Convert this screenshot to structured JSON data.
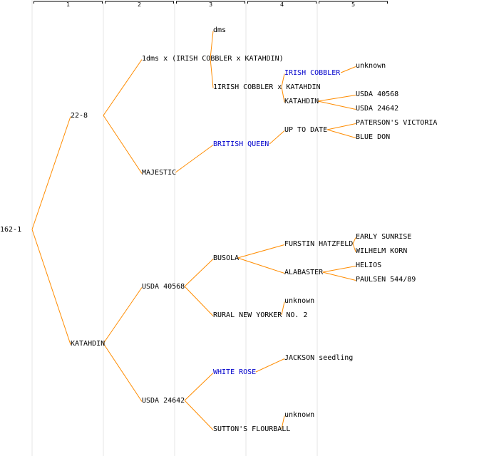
{
  "colors": {
    "edge": "#ff8c00",
    "column": "#e6e6e6",
    "text": "#000000",
    "link": "#0000cc"
  },
  "generations": [
    "1",
    "2",
    "3",
    "4",
    "5"
  ],
  "nodes": [
    {
      "id": "n0",
      "label": "162-1",
      "gen": 0,
      "row": 16
    },
    {
      "id": "n1",
      "label": "22-8",
      "gen": 1,
      "row": 8,
      "parent": "n0"
    },
    {
      "id": "n2",
      "label": "KATAHDIN",
      "gen": 1,
      "row": 24,
      "parent": "n0"
    },
    {
      "id": "n3",
      "label": "1dms x (IRISH COBBLER x KATAHDIN)",
      "gen": 2,
      "row": 4,
      "parent": "n1"
    },
    {
      "id": "n4",
      "label": "MAJESTIC",
      "gen": 2,
      "row": 12,
      "parent": "n1"
    },
    {
      "id": "n5",
      "label": "USDA 40568",
      "gen": 2,
      "row": 20,
      "parent": "n2"
    },
    {
      "id": "n6",
      "label": "USDA 24642",
      "gen": 2,
      "row": 28,
      "parent": "n2"
    },
    {
      "id": "n7",
      "label": "dms",
      "gen": 3,
      "row": 2,
      "parent": "n3"
    },
    {
      "id": "n8",
      "label": "1IRISH COBBLER x KATAHDIN",
      "gen": 3,
      "row": 6,
      "parent": "n3"
    },
    {
      "id": "n9",
      "label": "BRITISH QUEEN",
      "gen": 3,
      "row": 10,
      "parent": "n4",
      "link": true
    },
    {
      "id": "n10",
      "label": "BUSOLA",
      "gen": 3,
      "row": 18,
      "parent": "n5"
    },
    {
      "id": "n11",
      "label": "RURAL NEW YORKER NO. 2",
      "gen": 3,
      "row": 22,
      "parent": "n5"
    },
    {
      "id": "n12",
      "label": "WHITE ROSE",
      "gen": 3,
      "row": 26,
      "parent": "n6",
      "link": true
    },
    {
      "id": "n13",
      "label": "SUTTON'S FLOURBALL",
      "gen": 3,
      "row": 30,
      "parent": "n6"
    },
    {
      "id": "n14",
      "label": "IRISH COBBLER",
      "gen": 4,
      "row": 5,
      "parent": "n8",
      "link": true
    },
    {
      "id": "n15",
      "label": "KATAHDIN",
      "gen": 4,
      "row": 7,
      "parent": "n8"
    },
    {
      "id": "n16",
      "label": "UP TO DATE",
      "gen": 4,
      "row": 9,
      "parent": "n9"
    },
    {
      "id": "n17",
      "label": "FURSTIN HATZFELD",
      "gen": 4,
      "row": 17,
      "parent": "n10"
    },
    {
      "id": "n18",
      "label": "ALABASTER",
      "gen": 4,
      "row": 19,
      "parent": "n10"
    },
    {
      "id": "n19",
      "label": "unknown",
      "gen": 4,
      "row": 21,
      "parent": "n11"
    },
    {
      "id": "n20",
      "label": "JACKSON seedling",
      "gen": 4,
      "row": 25,
      "parent": "n12"
    },
    {
      "id": "n21",
      "label": "unknown",
      "gen": 4,
      "row": 29,
      "parent": "n13"
    },
    {
      "id": "n22",
      "label": "unknown",
      "gen": 5,
      "row": 4.5,
      "parent": "n14"
    },
    {
      "id": "n23",
      "label": "USDA 40568",
      "gen": 5,
      "row": 6.5,
      "parent": "n15"
    },
    {
      "id": "n24",
      "label": "USDA 24642",
      "gen": 5,
      "row": 7.5,
      "parent": "n15"
    },
    {
      "id": "n25",
      "label": "PATERSON'S VICTORIA",
      "gen": 5,
      "row": 8.5,
      "parent": "n16"
    },
    {
      "id": "n26",
      "label": "BLUE DON",
      "gen": 5,
      "row": 9.5,
      "parent": "n16"
    },
    {
      "id": "n27",
      "label": "EARLY SUNRISE",
      "gen": 5,
      "row": 16.5,
      "parent": "n17"
    },
    {
      "id": "n28",
      "label": "WILHELM KORN",
      "gen": 5,
      "row": 17.5,
      "parent": "n17"
    },
    {
      "id": "n29",
      "label": "HELIOS",
      "gen": 5,
      "row": 18.5,
      "parent": "n18"
    },
    {
      "id": "n30",
      "label": "PAULSEN 544/89",
      "gen": 5,
      "row": 19.5,
      "parent": "n18"
    }
  ]
}
